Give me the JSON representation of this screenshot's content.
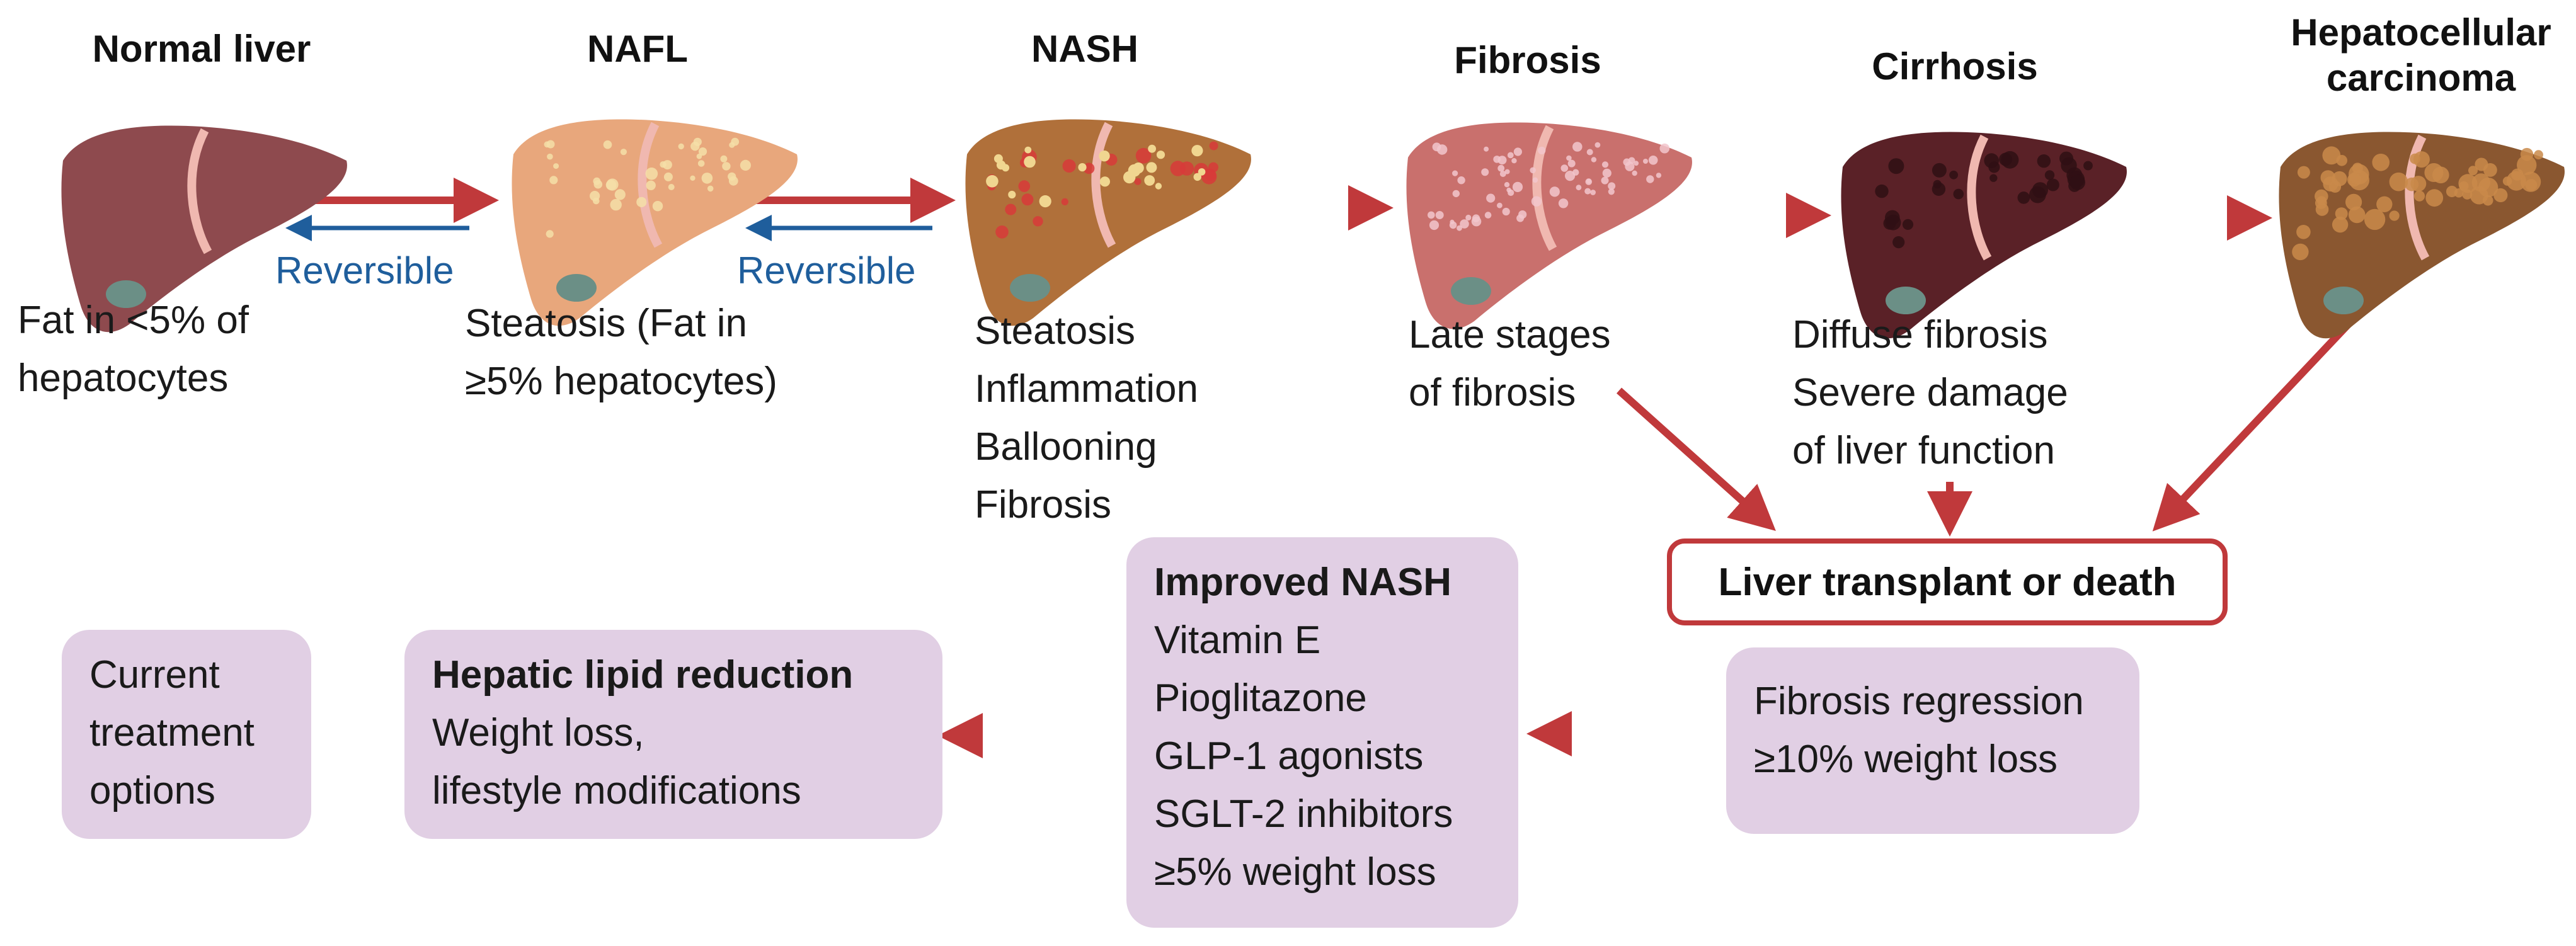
{
  "stages": [
    {
      "id": "normal",
      "title": "Normal liver",
      "description": [
        "Fat in <5% of",
        "hepatocytes"
      ],
      "color": "#8e4a4e"
    },
    {
      "id": "nafl",
      "title": "NAFL",
      "description": [
        "Steatosis (Fat in",
        "≥5% hepatocytes)"
      ],
      "color": "#e8a77c"
    },
    {
      "id": "nash",
      "title": "NASH",
      "description": [
        "Steatosis",
        "Inflammation",
        "Ballooning",
        "Fibrosis"
      ],
      "color": "#b0703a"
    },
    {
      "id": "fibrosis",
      "title": "Fibrosis",
      "description": [
        "Late stages",
        "of fibrosis"
      ],
      "color": "#c9706d"
    },
    {
      "id": "cirrhosis",
      "title": "Cirrhosis",
      "description": [
        "Diffuse fibrosis",
        "Severe damage",
        "of liver function"
      ],
      "color": "#5a2127"
    },
    {
      "id": "hcc",
      "title": [
        "Hepatocellular",
        "carcinoma"
      ],
      "description": [],
      "color": "#8a5730"
    }
  ],
  "reversible_label": "Reversible",
  "outcome": "Liver transplant or death",
  "treatment_boxes": {
    "current": [
      "Current",
      "treatment",
      "options"
    ],
    "lipid": {
      "title": "Hepatic lipid reduction",
      "items": [
        "Weight loss,",
        "lifestyle modifications"
      ]
    },
    "nash": {
      "title": "Improved NASH",
      "items": [
        "Vitamin E",
        "Pioglitazone",
        "GLP-1 agonists",
        "SGLT-2 inhibitors",
        "≥5% weight loss"
      ]
    },
    "fibrosis": {
      "items": [
        "Fibrosis regression",
        "≥10% weight loss"
      ]
    }
  },
  "colors": {
    "arrow_red": "#c0393b",
    "arrow_blue": "#1f5e9c",
    "box_fill": "#e1cfe4",
    "capsule": "#f0b8b0",
    "gallbladder": "#6b8f86"
  }
}
